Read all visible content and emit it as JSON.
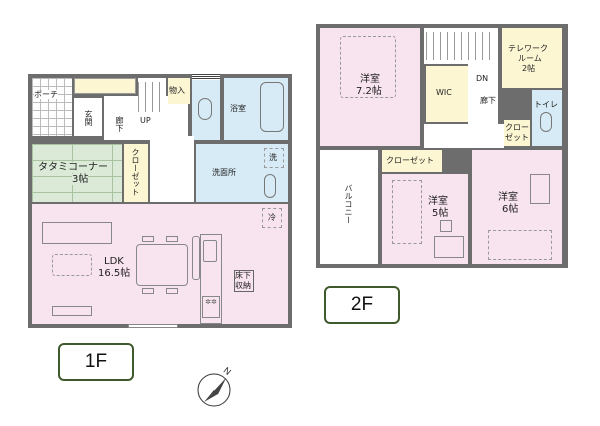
{
  "floors": {
    "first": {
      "badge": "1F",
      "rooms": {
        "porch": "ポーチ",
        "entrance": "玄関",
        "hallway": "廊下",
        "stairs_up": "UP",
        "storage": "物入",
        "bathroom": "浴室",
        "washroom": "洗面所",
        "washer": "洗",
        "tatami_corner_name": "タタミコーナー",
        "tatami_corner_size": "3帖",
        "closet": "クローゼット",
        "ldk_name": "LDK",
        "ldk_size": "16.5帖",
        "fridge": "冷",
        "underfloor_storage_1": "床下",
        "underfloor_storage_2": "収納"
      }
    },
    "second": {
      "badge": "2F",
      "rooms": {
        "bedroom_72_name": "洋室",
        "bedroom_72_size": "7.2帖",
        "wic": "WIC",
        "stairs_down": "DN",
        "telework_1": "テレワーク",
        "telework_2": "ルーム",
        "telework_size": "2帖",
        "hallway": "廊下",
        "toilet": "トイレ",
        "closet_small_1": "クロー",
        "closet_small_2": "ゼット",
        "balcony": "バルコニー",
        "closet_wide": "クローゼット",
        "bedroom_5_name": "洋室",
        "bedroom_5_size": "5帖",
        "bedroom_6_name": "洋室",
        "bedroom_6_size": "6帖"
      }
    }
  },
  "compass": {
    "north_label": "N"
  },
  "colors": {
    "wall": "#6d6d6d",
    "living_pink": "#f8e4ee",
    "tatami_green": "#dbead7",
    "wet_area_blue": "#d6ebf6",
    "storage_yellow": "#fdf6d3",
    "badge_border": "#3f5a2c"
  }
}
